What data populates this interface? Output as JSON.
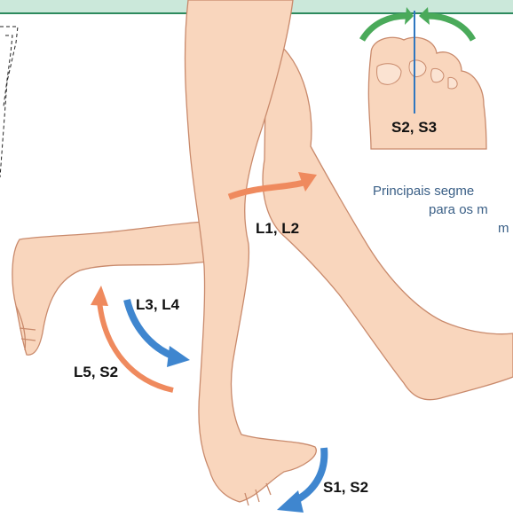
{
  "colors": {
    "skin": "#f9d6bd",
    "skin_outline": "#c98a6c",
    "arrow_orange": "#ef8a5e",
    "arrow_blue": "#3f86cf",
    "arrow_green": "#4aaa5a",
    "axis_line": "#2f77c0",
    "caption_text": "#3a5f86",
    "top_band": "#cbe8da"
  },
  "labels": {
    "toes": "S2, S3",
    "hip_flexion": "L1, L2",
    "knee_extension": "L3, L4",
    "knee_flexion": "L5, S2",
    "ankle": "S1, S2"
  },
  "caption": {
    "line1": "Principais segme",
    "line2": "para os m",
    "line3": "m"
  },
  "icons": {
    "hip_arrow": "curved-arrow-orange",
    "knee_ext_arrow": "curved-arrow-blue",
    "knee_flex_arrow": "curved-arrow-orange",
    "ankle_arrow": "curved-arrow-blue",
    "toe_arrows": "curved-arrows-green"
  }
}
